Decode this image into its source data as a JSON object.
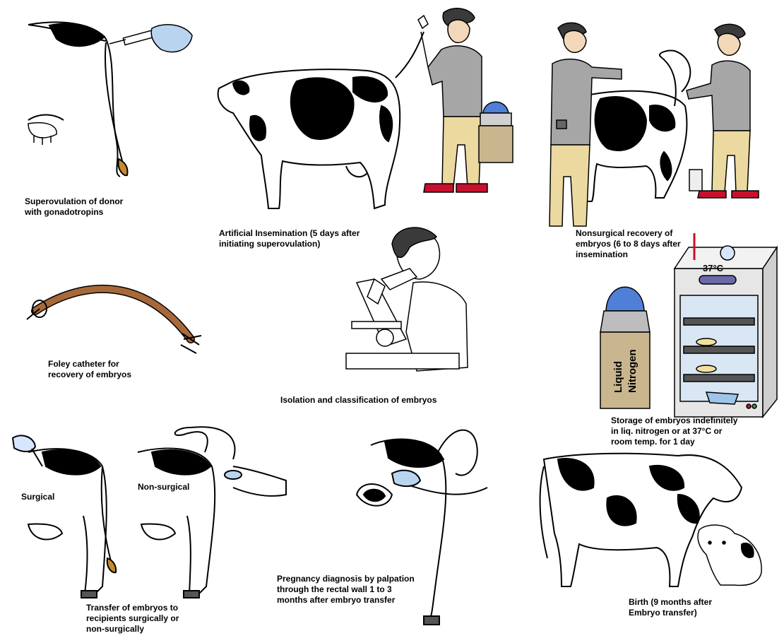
{
  "labels": {
    "superovulation": "Superovulation of donor\nwith gonadotropins",
    "insemination": "Artificial Insemination (5 days after\ninitiating superovulation)",
    "recovery": "Nonsurgical recovery of\nembryos (6 to 8 days after\ninsemination",
    "foley": "Foley catheter for\nrecovery of embryos",
    "isolation": "Isolation and classification of embryos",
    "storage": "Storage of embryos indefinitely\nin liq. nitrogen or at 37°C or\nroom temp. for 1 day",
    "transfer": "Transfer of embryos to\nrecipients surgically or\nnon-surgically",
    "surgical": "Surgical",
    "nonsurgical": "Non-surgical",
    "pregnancy": "Pregnancy diagnosis by palpation\nthrough the rectal wall 1 to 3\nmonths after embryo transfer",
    "birth": "Birth (9 months after\nEmbryo transfer)",
    "incubator_temp": "37°C",
    "tank_text_1": "Liquid",
    "tank_text_2": "Nitrogen"
  },
  "colors": {
    "cow_black": "#000000",
    "catheter": "#a8693a",
    "glove": "#b9d4ef",
    "shirt": "#a6a6a6",
    "pants": "#ecd9a0",
    "shoes": "#c8102e",
    "tank_lid": "#4f7fd6",
    "tank_body": "#c9b68f",
    "incubator": "#e6e6e6",
    "tray": "#555555"
  }
}
